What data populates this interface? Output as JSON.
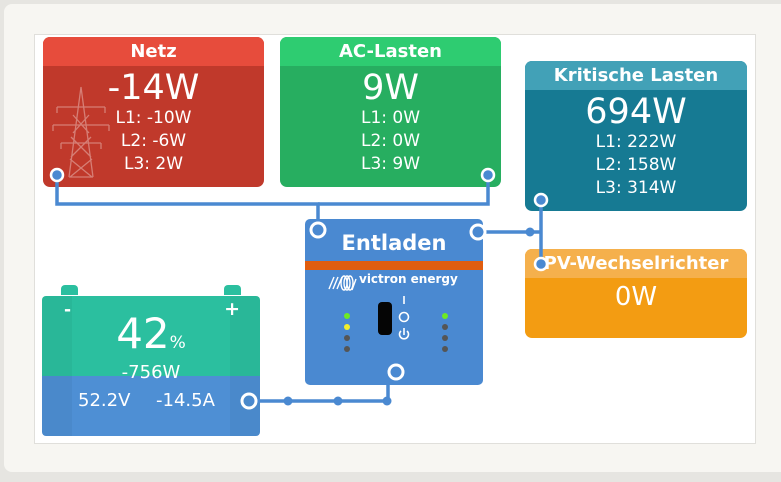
{
  "colors": {
    "wire": "#4a89d1",
    "grid": "#c0392b",
    "ac_loads": "#27ae60",
    "critical": "#167a93",
    "pv": "#f39c12",
    "inverter": "#4a89d1",
    "battery_top": "#2bbf9f"
  },
  "grid": {
    "title": "Netz",
    "total": "-14W",
    "phases": [
      "L1: -10W",
      "L2: -6W",
      "L3: 2W"
    ],
    "icon": "power-tower-icon"
  },
  "ac_loads": {
    "title": "AC-Lasten",
    "total": "9W",
    "phases": [
      "L1: 0W",
      "L2: 0W",
      "L3: 9W"
    ]
  },
  "critical_loads": {
    "title": "Kritische Lasten",
    "total": "694W",
    "phases": [
      "L1: 222W",
      "L2: 158W",
      "L3: 314W"
    ]
  },
  "pv_inverter": {
    "title": "PV-Wechselrichter",
    "total": "0W"
  },
  "inverter": {
    "title": "Entladen",
    "brand": "victron energy",
    "switch_labels": [
      "I",
      "O",
      "⏻"
    ]
  },
  "battery": {
    "soc": "42",
    "soc_unit": "%",
    "power": "-756W",
    "voltage": "52.2V",
    "current": "-14.5A",
    "minus": "-",
    "plus": "+"
  }
}
